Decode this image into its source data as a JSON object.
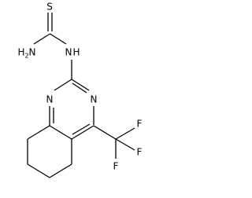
{
  "molecule": {
    "atoms": {
      "sulfur": "S",
      "amine_n": "N",
      "amine_h2": "H",
      "amine_sub": "2",
      "thiourea_n": "N",
      "thiourea_h": "H",
      "ring_n1": "N",
      "ring_n3": "N",
      "fluorine_1": "F",
      "fluorine_2": "F",
      "fluorine_3": "F"
    }
  }
}
